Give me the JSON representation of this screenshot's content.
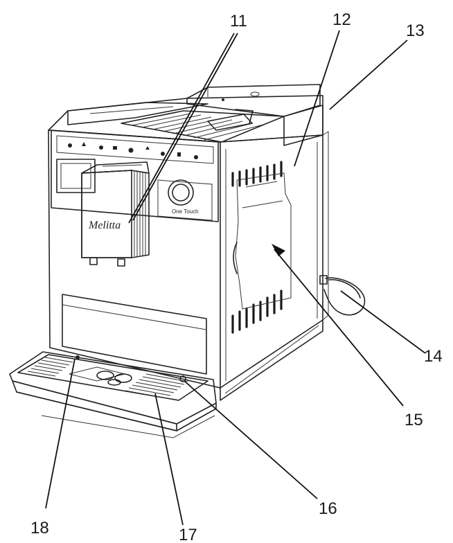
{
  "diagram": {
    "callouts": [
      {
        "id": "c11",
        "label": "11"
      },
      {
        "id": "c12",
        "label": "12"
      },
      {
        "id": "c13",
        "label": "13"
      },
      {
        "id": "c14",
        "label": "14"
      },
      {
        "id": "c15",
        "label": "15"
      },
      {
        "id": "c16",
        "label": "16"
      },
      {
        "id": "c17",
        "label": "17"
      },
      {
        "id": "c18",
        "label": "18"
      }
    ],
    "brand_logo_text": "Melitta",
    "control_knob_label": "One Touch"
  }
}
